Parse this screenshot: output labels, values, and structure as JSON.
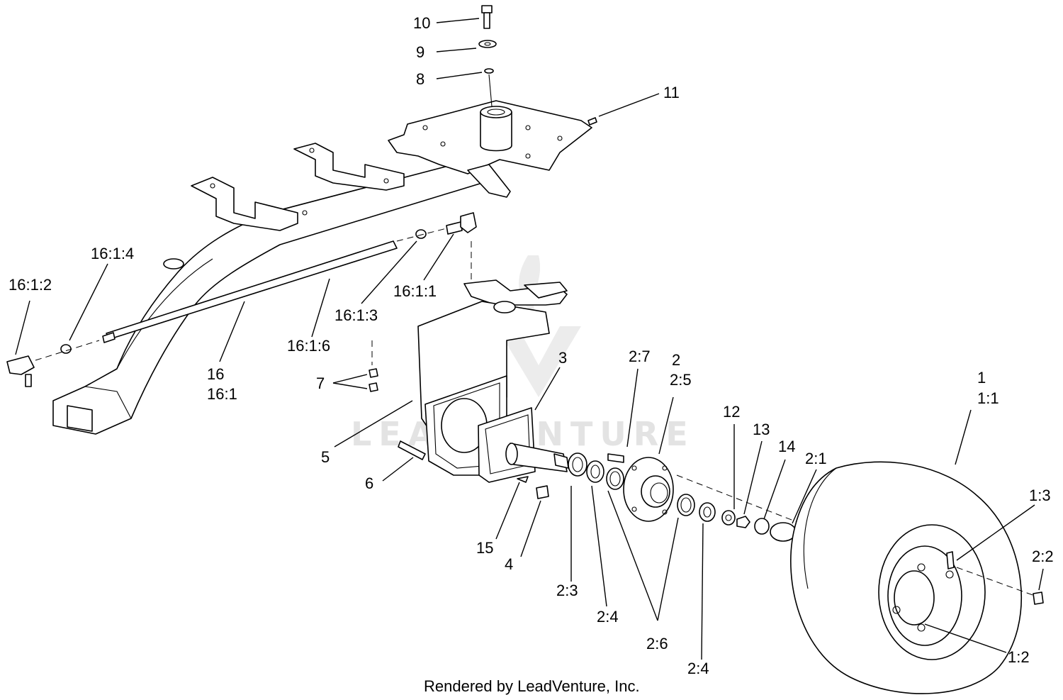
{
  "watermark": {
    "text": "LEADVENTURE"
  },
  "footer": {
    "text": "Rendered by LeadVenture, Inc."
  },
  "callouts": {
    "c10": "10",
    "c9": "9",
    "c8": "8",
    "c11": "11",
    "c16_1_4": "16:1:4",
    "c16_1_2": "16:1:2",
    "c16_1_1": "16:1:1",
    "c16_1_3": "16:1:3",
    "c16_1_6": "16:1:6",
    "c16": "16",
    "c16_1": "16:1",
    "c7": "7",
    "c5": "5",
    "c6": "6",
    "c3": "3",
    "c15": "15",
    "c4": "4",
    "c2_7": "2:7",
    "c2": "2",
    "c2_5": "2:5",
    "c2_3": "2:3",
    "c2_4a": "2:4",
    "c2_6": "2:6",
    "c2_4b": "2:4",
    "c12": "12",
    "c13": "13",
    "c14": "14",
    "c2_1": "2:1",
    "c1": "1",
    "c1_1": "1:1",
    "c1_3": "1:3",
    "c2_2": "2:2",
    "c1_2": "1:2"
  }
}
